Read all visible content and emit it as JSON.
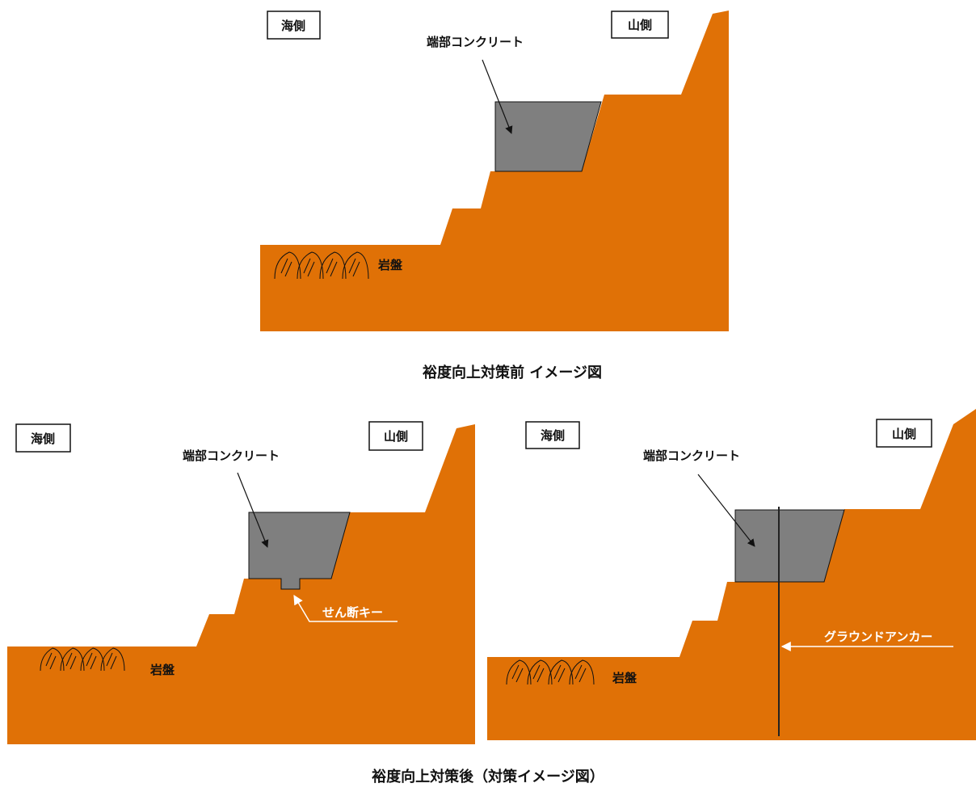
{
  "colors": {
    "ground": "#E07106",
    "concrete": "#7F7F7F",
    "line": "#111111",
    "callout_white": "#FFFFFF"
  },
  "panel_before": {
    "sea_label": "海側",
    "mountain_label": "山側",
    "concrete_label": "端部コンクリート",
    "bedrock_label": "岩盤",
    "caption": "裕度向上対策前 イメージ図"
  },
  "panel_after_shear_key": {
    "sea_label": "海側",
    "mountain_label": "山側",
    "concrete_label": "端部コンクリート",
    "bedrock_label": "岩盤",
    "shear_key_label": "せん断キー"
  },
  "panel_after_anchor": {
    "sea_label": "海側",
    "mountain_label": "山側",
    "concrete_label": "端部コンクリート",
    "bedrock_label": "岩盤",
    "anchor_label": "グラウンドアンカー"
  },
  "caption_after": "裕度向上対策後（対策イメージ図）"
}
